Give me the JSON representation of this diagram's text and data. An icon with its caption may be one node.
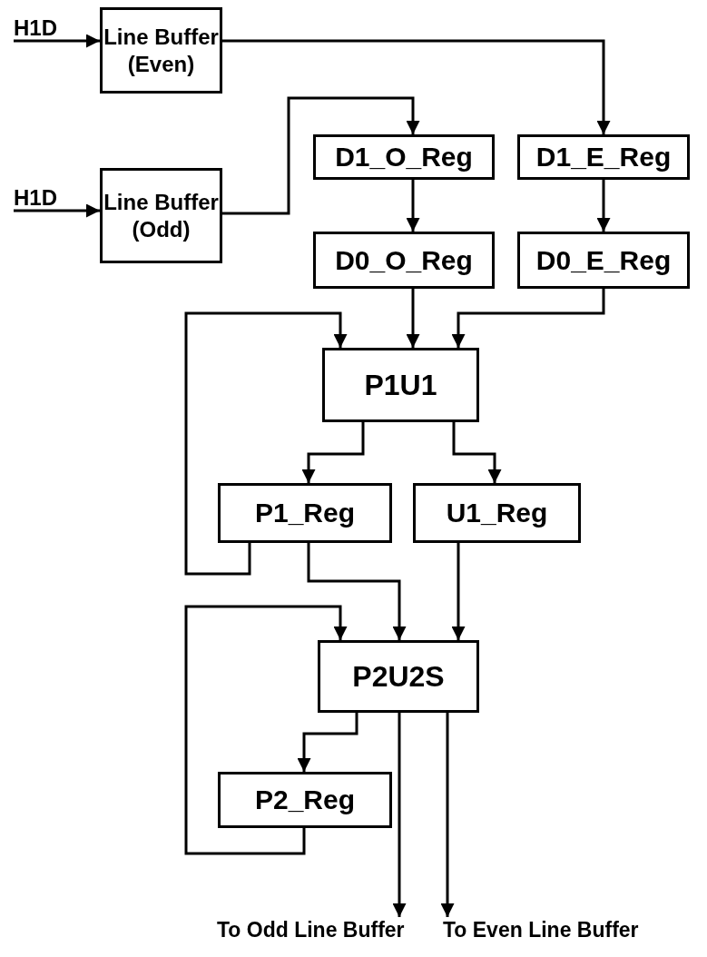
{
  "diagram": {
    "nodes": [
      {
        "text": [
          "H1D"
        ]
      },
      {
        "text": [
          "Line Buffer (Even)"
        ]
      },
      {
        "text": [
          "H1D"
        ]
      },
      {
        "text": [
          "Line Buffer (Odd)"
        ]
      },
      {
        "text": [
          "D1_O_Reg"
        ]
      },
      {
        "text": [
          "D1_E_Reg"
        ]
      },
      {
        "text": [
          "D0_O_Reg"
        ]
      },
      {
        "text": [
          "D0_E_Reg"
        ]
      },
      {
        "text": [
          "P1U1"
        ]
      },
      {
        "text": [
          "P1_Reg"
        ]
      },
      {
        "text": [
          "U1_Reg"
        ]
      },
      {
        "text": [
          "P2U2S"
        ]
      },
      {
        "text": [
          "P2_Reg"
        ]
      },
      {
        "text": [
          "To Odd Line Buffer"
        ]
      },
      {
        "text": [
          "To Even Line Buffer"
        ]
      }
    ],
    "edges": [
      {
        "from": 0,
        "to": 1,
        "arrow": "to"
      },
      {
        "from": 2,
        "to": 3,
        "arrow": "to"
      },
      {
        "from": 1,
        "to": 5,
        "arrow": "to"
      },
      {
        "from": 3,
        "to": 4,
        "arrow": "to"
      },
      {
        "from": 4,
        "to": 6,
        "arrow": "to"
      },
      {
        "from": 5,
        "to": 7,
        "arrow": "to"
      },
      {
        "from": 6,
        "to": 8,
        "arrow": "to"
      },
      {
        "from": 7,
        "to": 8,
        "arrow": "to"
      },
      {
        "from": 9,
        "to": 8,
        "arrow": "to"
      },
      {
        "from": 8,
        "to": 9,
        "arrow": "to"
      },
      {
        "from": 8,
        "to": 10,
        "arrow": "to"
      },
      {
        "from": 9,
        "to": 11,
        "arrow": "to"
      },
      {
        "from": 10,
        "to": 11,
        "arrow": "to"
      },
      {
        "from": 12,
        "to": 11,
        "arrow": "to"
      },
      {
        "from": 11,
        "to": 12,
        "arrow": "to"
      },
      {
        "from": 11,
        "to": 13,
        "arrow": "to"
      },
      {
        "from": 11,
        "to": 14,
        "arrow": "to"
      }
    ]
  }
}
